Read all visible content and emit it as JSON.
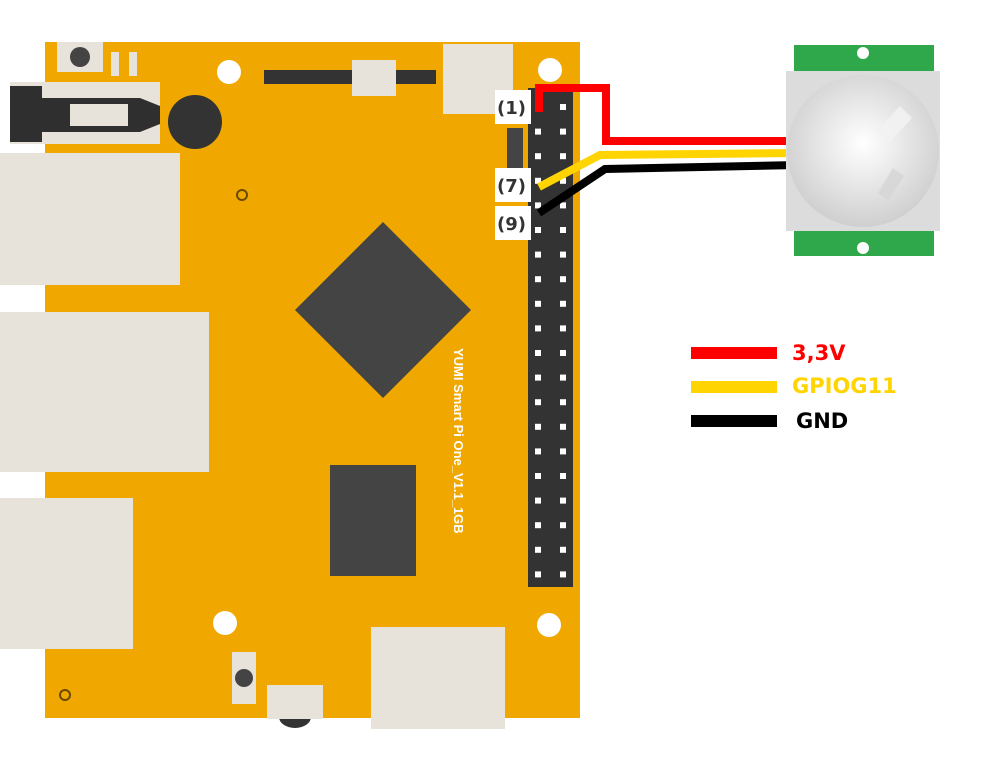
{
  "board": {
    "silkscreen": "YUMI Smart Pi One_V1.1_1GB",
    "board_color": "#F0A800",
    "chip_color": "#444444",
    "port_color": "#E8E3DA"
  },
  "pins": [
    {
      "label": "(1)",
      "wire_color": "#FF0000"
    },
    {
      "label": "(7)",
      "wire_color": "#FFD400"
    },
    {
      "label": "(9)",
      "wire_color": "#000000"
    }
  ],
  "sensor": {
    "pcb_color": "#2EA84A",
    "dome_color": "#E6E6E6"
  },
  "legend": [
    {
      "label": "3,3V",
      "color": "#FF0000",
      "text_color": "#FF0000"
    },
    {
      "label": "GPIOG11",
      "color": "#FFD400",
      "text_color": "#FFD400"
    },
    {
      "label": "GND",
      "color": "#000000",
      "text_color": "#000000"
    }
  ]
}
